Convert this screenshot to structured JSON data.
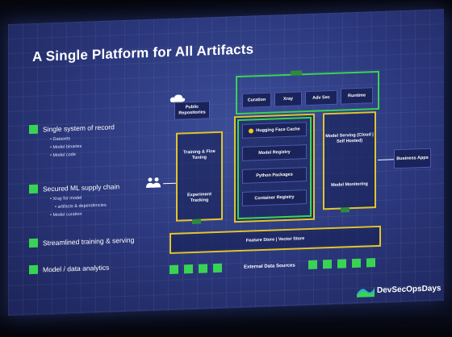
{
  "slide": {
    "title": "A Single Platform for All Artifacts",
    "bullets": [
      {
        "label": "Single system of record",
        "subs": [
          "Datasets",
          "Model binaries",
          "Model code"
        ]
      },
      {
        "label": "Secured ML supply chain",
        "subs": [
          "Xray for model",
          "artifacts & dependencies",
          "Model curation"
        ]
      },
      {
        "label": "Streamlined training & serving",
        "subs": []
      },
      {
        "label": "Model / data analytics",
        "subs": []
      }
    ]
  },
  "diagram": {
    "public_repos": "Public Repositories",
    "top_row": [
      "Curation",
      "Xray",
      "Adv Sec",
      "Runtime"
    ],
    "training": "Training & Fine Tuning",
    "experiment": "Experiment Tracking",
    "center": [
      "Hugging Face Cache",
      "Model Registry",
      "Python Packages",
      "Container Registry"
    ],
    "serving": "Model Serving (Cloud | Self Hosted)",
    "monitoring": "Model Monitoring",
    "business": "Business Apps",
    "feature_store": "Feature Store | Vector Store",
    "external": "External Data Sources"
  },
  "branding": {
    "logo": "DevSecOpsDays"
  },
  "colors": {
    "accent_green": "#39d353",
    "frame_yellow": "#e0c52c",
    "slide_blue": "#2a367a"
  }
}
